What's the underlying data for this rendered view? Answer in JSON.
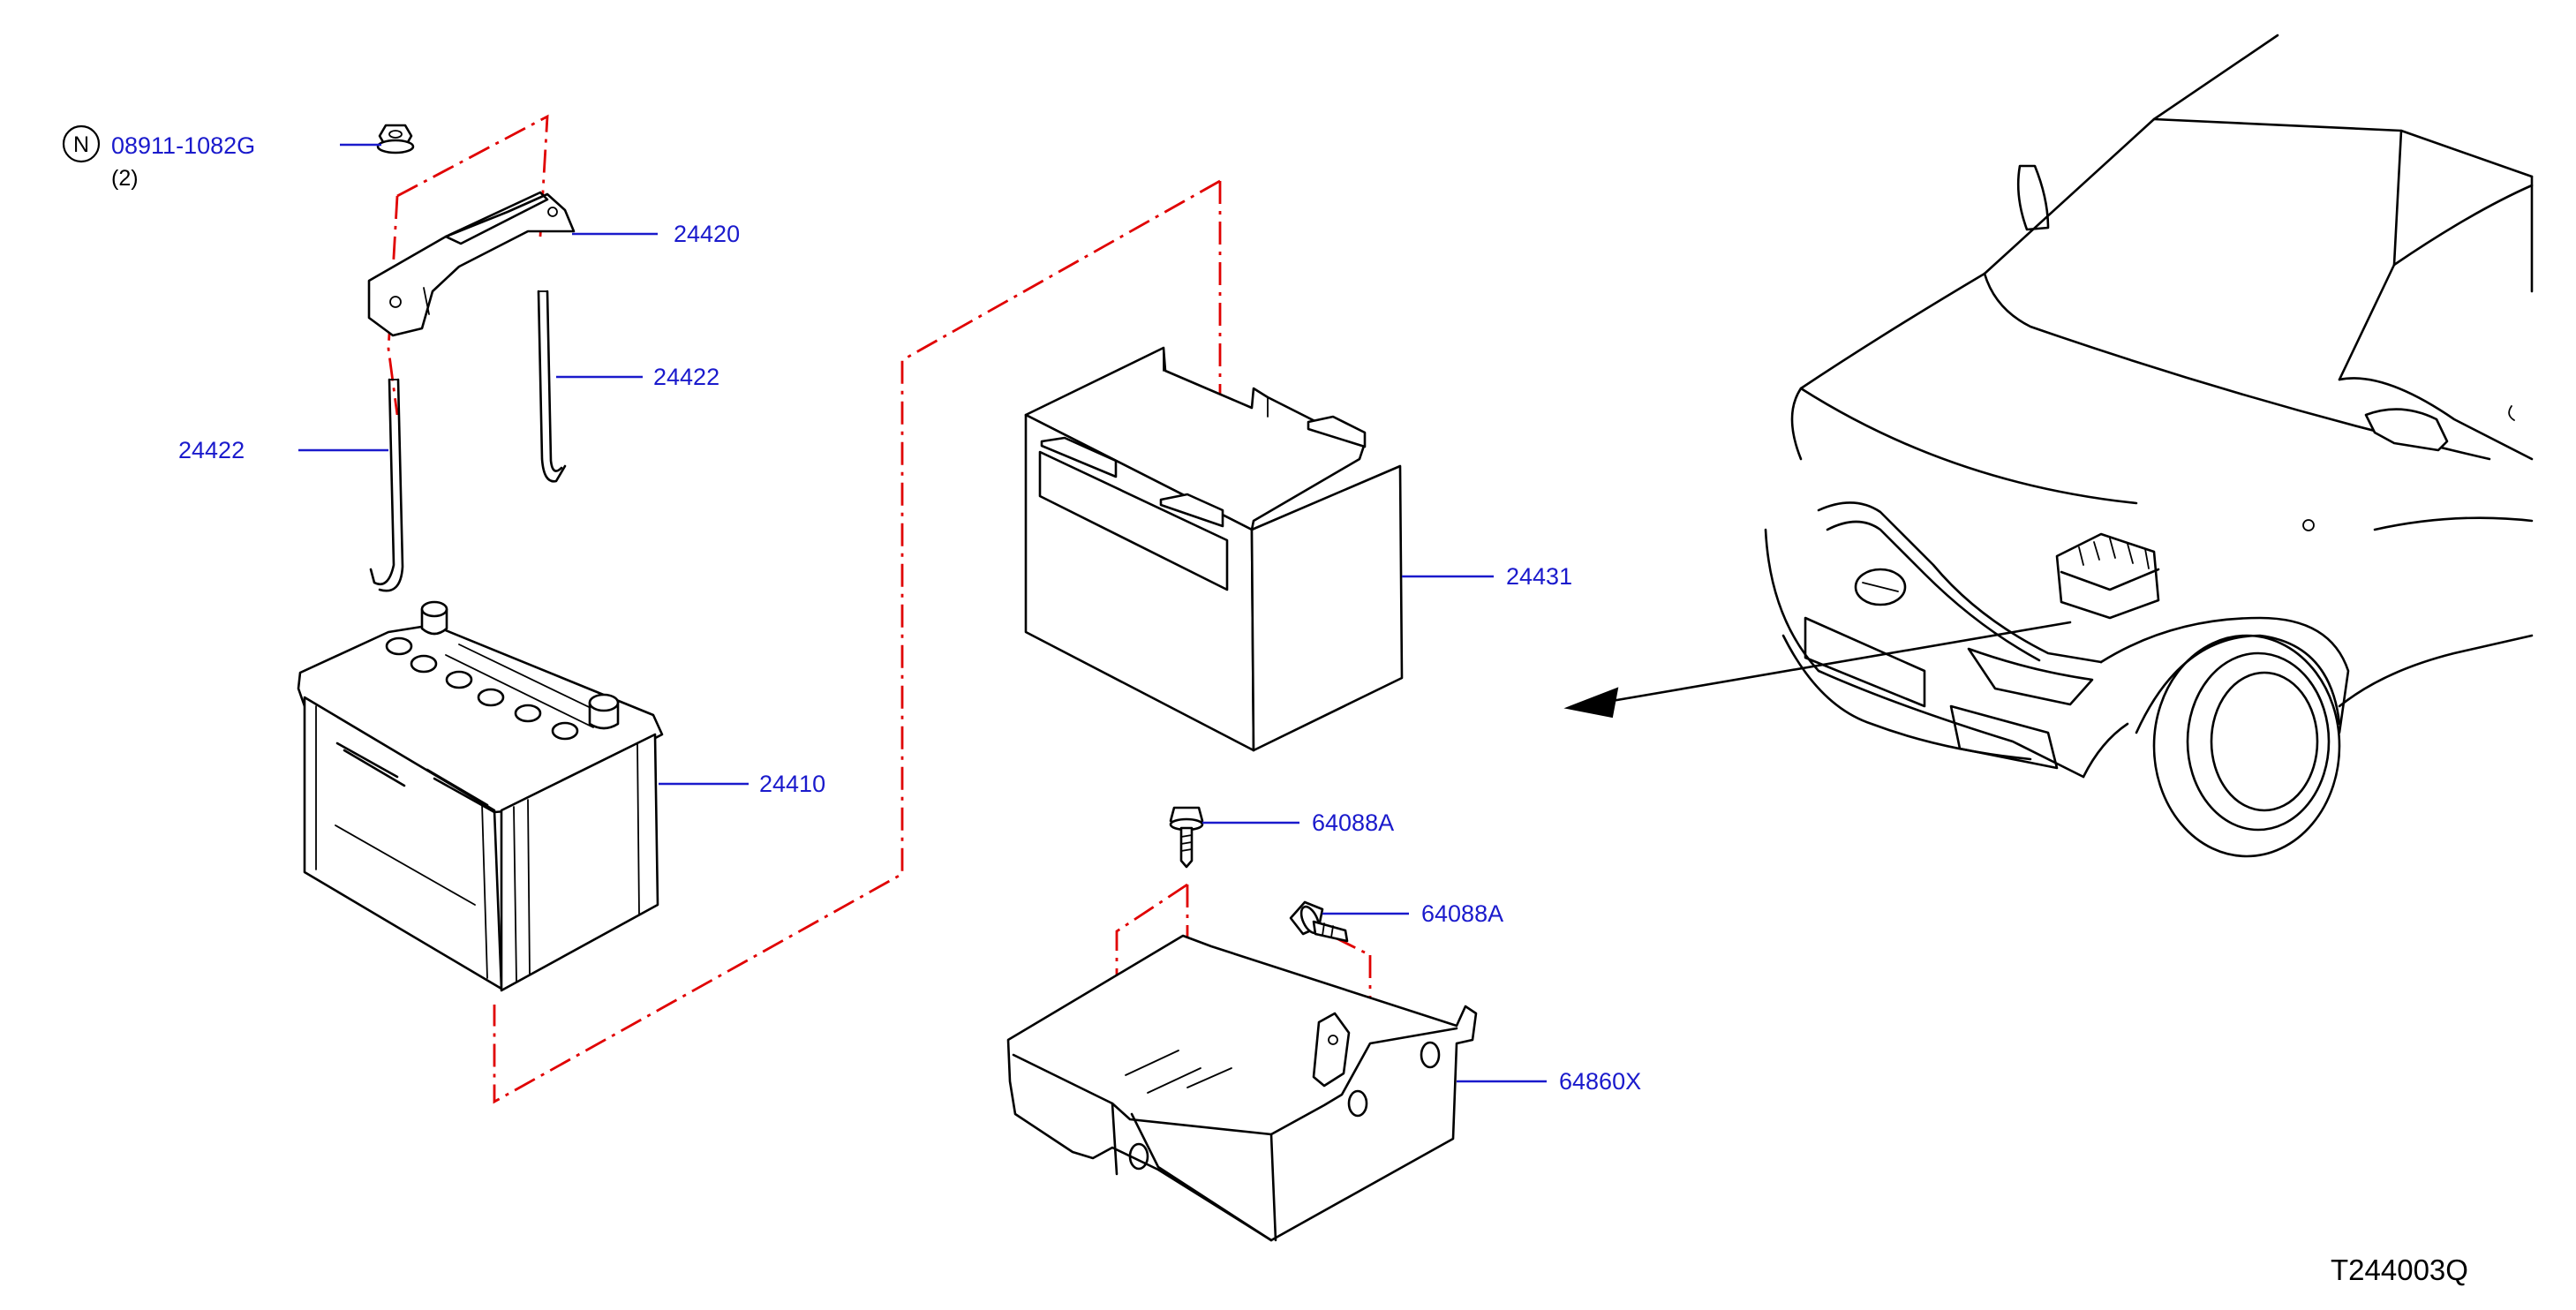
{
  "callouts": {
    "nut": {
      "code": "08911-1082G",
      "qty": "(2)",
      "mark": "N"
    },
    "bracket": "24420",
    "rod_right": "24422",
    "rod_left": "24422",
    "cover": "24431",
    "battery": "24410",
    "bolt_upper": "64088A",
    "bolt_lower": "64088A",
    "tray": "64860X"
  },
  "diagram_id": "T244003Q",
  "colors": {
    "callout_text": "#1a1acc",
    "phantom_line": "#e00000",
    "ink": "#000000"
  }
}
